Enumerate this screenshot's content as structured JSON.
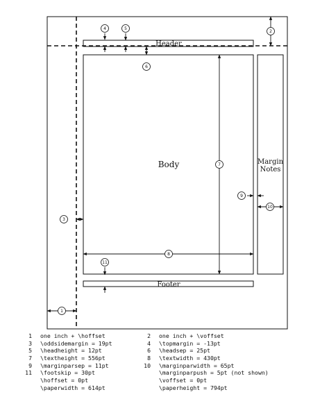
{
  "labels": {
    "header": "Header",
    "body": "Body",
    "margin_notes_line1": "Margin",
    "margin_notes_line2": "Notes",
    "footer": "Footer"
  },
  "markers": [
    "1",
    "2",
    "3",
    "4",
    "5",
    "6",
    "7",
    "8",
    "9",
    "10",
    "11"
  ],
  "legend": [
    {
      "n1": "1",
      "t1": "one inch + \\hoffset",
      "n2": "2",
      "t2": "one inch + \\voffset"
    },
    {
      "n1": "3",
      "t1": "\\oddsidemargin = 19pt",
      "n2": "4",
      "t2": "\\topmargin = -13pt"
    },
    {
      "n1": "5",
      "t1": "\\headheight = 12pt",
      "n2": "6",
      "t2": "\\headsep = 25pt"
    },
    {
      "n1": "7",
      "t1": "\\textheight = 556pt",
      "n2": "8",
      "t2": "\\textwidth = 430pt"
    },
    {
      "n1": "9",
      "t1": "\\marginparsep = 11pt",
      "n2": "10",
      "t2": "\\marginparwidth = 65pt"
    },
    {
      "n1": "11",
      "t1": "\\footskip = 30pt",
      "n2": "",
      "t2": "\\marginparpush = 5pt (not shown)"
    },
    {
      "n1": "",
      "t1": "\\hoffset = 0pt",
      "n2": "",
      "t2": "\\voffset = 0pt"
    },
    {
      "n1": "",
      "t1": "\\paperwidth = 614pt",
      "n2": "",
      "t2": "\\paperheight = 794pt"
    }
  ]
}
